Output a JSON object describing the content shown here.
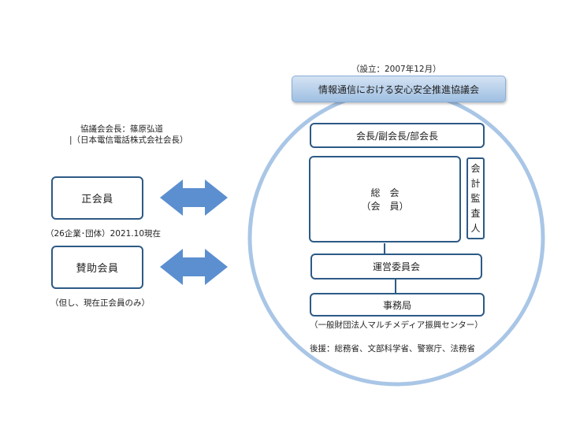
{
  "chair": {
    "title": "協議会会長：篠原弘道",
    "affiliation": "（日本電信電話株式会社会長）"
  },
  "members": {
    "regular": {
      "label": "正会員",
      "note": "（26企業･団体）2021.10現在"
    },
    "supporting": {
      "label": "賛助会員",
      "note": "（但し、現在正会員のみ）"
    }
  },
  "council": {
    "established": "（設立：2007年12月）",
    "name": "情報通信における安心安全推進協議会",
    "leadership": "会長/副会長/部会長",
    "general_assembly_line1": "総　会",
    "general_assembly_line2": "（会　員）",
    "auditor": [
      "会",
      "計",
      "監",
      "査",
      "人"
    ],
    "steering": "運営委員会",
    "secretariat": "事務局",
    "secretariat_org": "（一般財団法人マルチメディア振興センター）",
    "support": "後援：総務省、文部科学省、警察庁、法務省"
  },
  "colors": {
    "border": "#2d5a86",
    "circle": "#a9c6e6",
    "arrow": "#5b8fd0",
    "header_bg": "#b7cfe9"
  }
}
